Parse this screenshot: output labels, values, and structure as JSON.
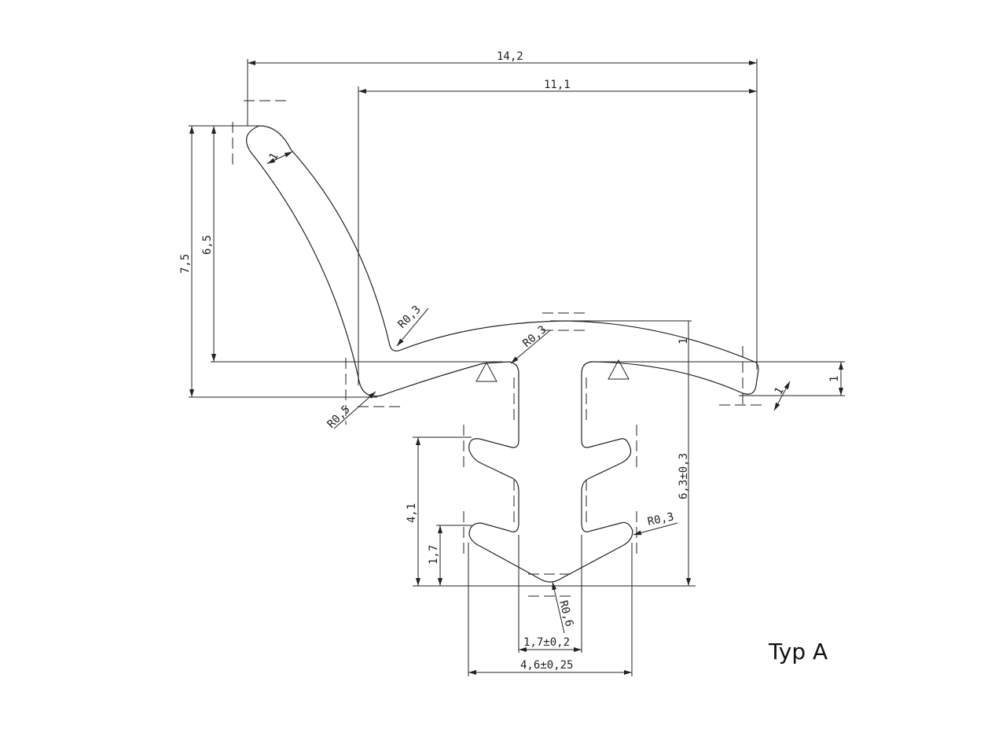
{
  "drawing": {
    "type_label": "Typ A",
    "dimensions": {
      "overall_width": "14,2",
      "inner_width": "11,1",
      "total_height": "7,5",
      "lip_height": "6,5",
      "lip_thickness": "1",
      "radius_lip_root": "R0,3",
      "radius_stem_top": "R0,3",
      "radius_foot": "R0,5",
      "wing_thickness": "1",
      "wing_tip_thickness": "1",
      "right_offset": "1",
      "stem_height": "6,3±0,3",
      "barb_span": "4,1",
      "lower_barb_height": "1,7",
      "radius_barb": "R0,3",
      "radius_bottom": "R0,6",
      "stem_width": "1,7±0,2",
      "barb_width": "4,6±0,25"
    }
  }
}
